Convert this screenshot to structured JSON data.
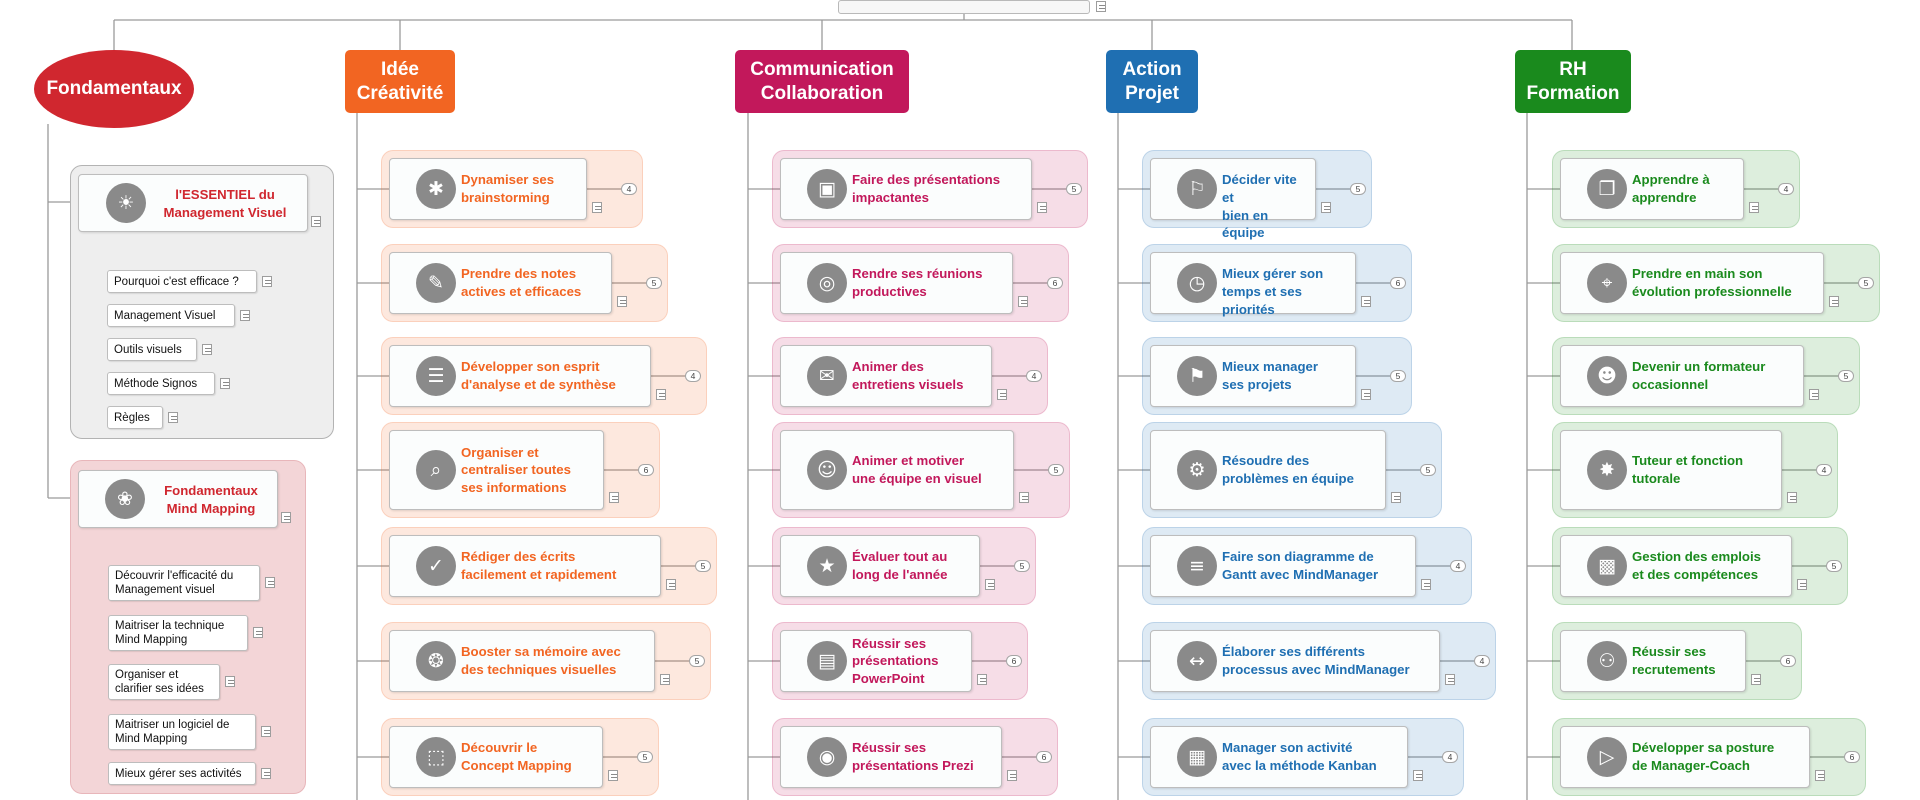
{
  "colors": {
    "fondamentaux": "#d0272f",
    "idee": "#f26522",
    "communication": "#c2185b",
    "action": "#1f6fb2",
    "rh": "#1a8a1d"
  },
  "branches": [
    {
      "id": "fondamentaux",
      "title": "Fondamentaux",
      "groups": [
        {
          "title": "l'ESSENTIEL du\nManagement Visuel",
          "icon": "lightbulb-icon",
          "subtopics": [
            "Pourquoi c'est efficace ?",
            "Management Visuel",
            "Outils visuels",
            "Méthode Signos",
            "Règles"
          ]
        },
        {
          "title": "Fondamentaux\nMind Mapping",
          "icon": "mind-map-icon",
          "subtopics": [
            "Découvrir l'efficacité du\nManagement visuel",
            "Maitriser la technique\nMind Mapping",
            "Organiser et\nclarifier ses idées",
            "Maitriser un logiciel de\nMind Mapping",
            "Mieux gérer ses activités"
          ]
        }
      ]
    },
    {
      "id": "idee",
      "title": "Idée\nCréativité",
      "topics": [
        {
          "text": "Dynamiser ses\nbrainstorming",
          "count": "4",
          "icon": "network-icon"
        },
        {
          "text": "Prendre des notes\nactives et efficaces",
          "count": "5",
          "icon": "notepad-icon"
        },
        {
          "text": "Développer son esprit\nd'analyse et de synthèse",
          "count": "4",
          "icon": "list-icon"
        },
        {
          "text": "Organiser et\ncentraliser toutes\nses informations",
          "count": "6",
          "icon": "magnifier-icon"
        },
        {
          "text": "Rédiger des écrits\nfacilement et rapidement",
          "count": "5",
          "icon": "document-check-icon"
        },
        {
          "text": "Booster sa mémoire avec\ndes techniques visuelles",
          "count": "5",
          "icon": "brain-network-icon"
        },
        {
          "text": "Découvrir le\nConcept Mapping",
          "count": "5",
          "icon": "concept-map-icon"
        }
      ]
    },
    {
      "id": "communication",
      "title": "Communication\nCollaboration",
      "topics": [
        {
          "text": "Faire des présentations\nimpactantes",
          "count": "5",
          "icon": "presentation-board-icon"
        },
        {
          "text": "Rendre ses réunions\nproductives",
          "count": "6",
          "icon": "meeting-icon"
        },
        {
          "text": "Animer des\nentretiens visuels",
          "count": "4",
          "icon": "chat-bubbles-icon"
        },
        {
          "text": "Animer et motiver\nune équipe en visuel",
          "count": "5",
          "icon": "team-board-icon"
        },
        {
          "text": "Évaluer tout au\nlong de l'année",
          "count": "5",
          "icon": "award-icon"
        },
        {
          "text": "Réussir ses\nprésentations\nPowerPoint",
          "count": "6",
          "icon": "powerpoint-icon"
        },
        {
          "text": "Réussir ses\nprésentations Prezi",
          "count": "6",
          "icon": "prezi-icon"
        }
      ]
    },
    {
      "id": "action",
      "title": "Action\nProjet",
      "topics": [
        {
          "text": "Décider vite et\nbien en équipe",
          "count": "5",
          "icon": "signpost-icon"
        },
        {
          "text": "Mieux gérer son\ntemps et ses priorités",
          "count": "6",
          "icon": "clock-icon"
        },
        {
          "text": "Mieux manager\nses projets",
          "count": "5",
          "icon": "checkered-flag-icon"
        },
        {
          "text": "Résoudre des\nproblèmes en équipe",
          "count": "5",
          "icon": "problem-solving-icon"
        },
        {
          "text": "Faire son diagramme de\nGantt avec MindManager",
          "count": "4",
          "icon": "gantt-icon"
        },
        {
          "text": "Élaborer ses différents\nprocessus avec MindManager",
          "count": "4",
          "icon": "process-icon"
        },
        {
          "text": "Manager son activité\navec la méthode Kanban",
          "count": "4",
          "icon": "kanban-icon"
        }
      ]
    },
    {
      "id": "rh",
      "title": "RH\nFormation",
      "topics": [
        {
          "text": "Apprendre à\napprendre",
          "count": "4",
          "icon": "open-book-icon"
        },
        {
          "text": "Prendre en main son\névolution professionnelle",
          "count": "5",
          "icon": "person-location-icon"
        },
        {
          "text": "Devenir un formateur\noccasionnel",
          "count": "5",
          "icon": "trainer-icon"
        },
        {
          "text": "Tuteur et fonction\ntutorale",
          "count": "4",
          "icon": "tutor-circle-icon"
        },
        {
          "text": "Gestion des emplois\net des compétences",
          "count": "5",
          "icon": "briefcase-icon"
        },
        {
          "text": "Réussir ses\nrecrutements",
          "count": "6",
          "icon": "recruitment-icon"
        },
        {
          "text": "Développer sa posture\nde Manager-Coach",
          "count": "6",
          "icon": "megaphone-icon"
        }
      ]
    }
  ]
}
